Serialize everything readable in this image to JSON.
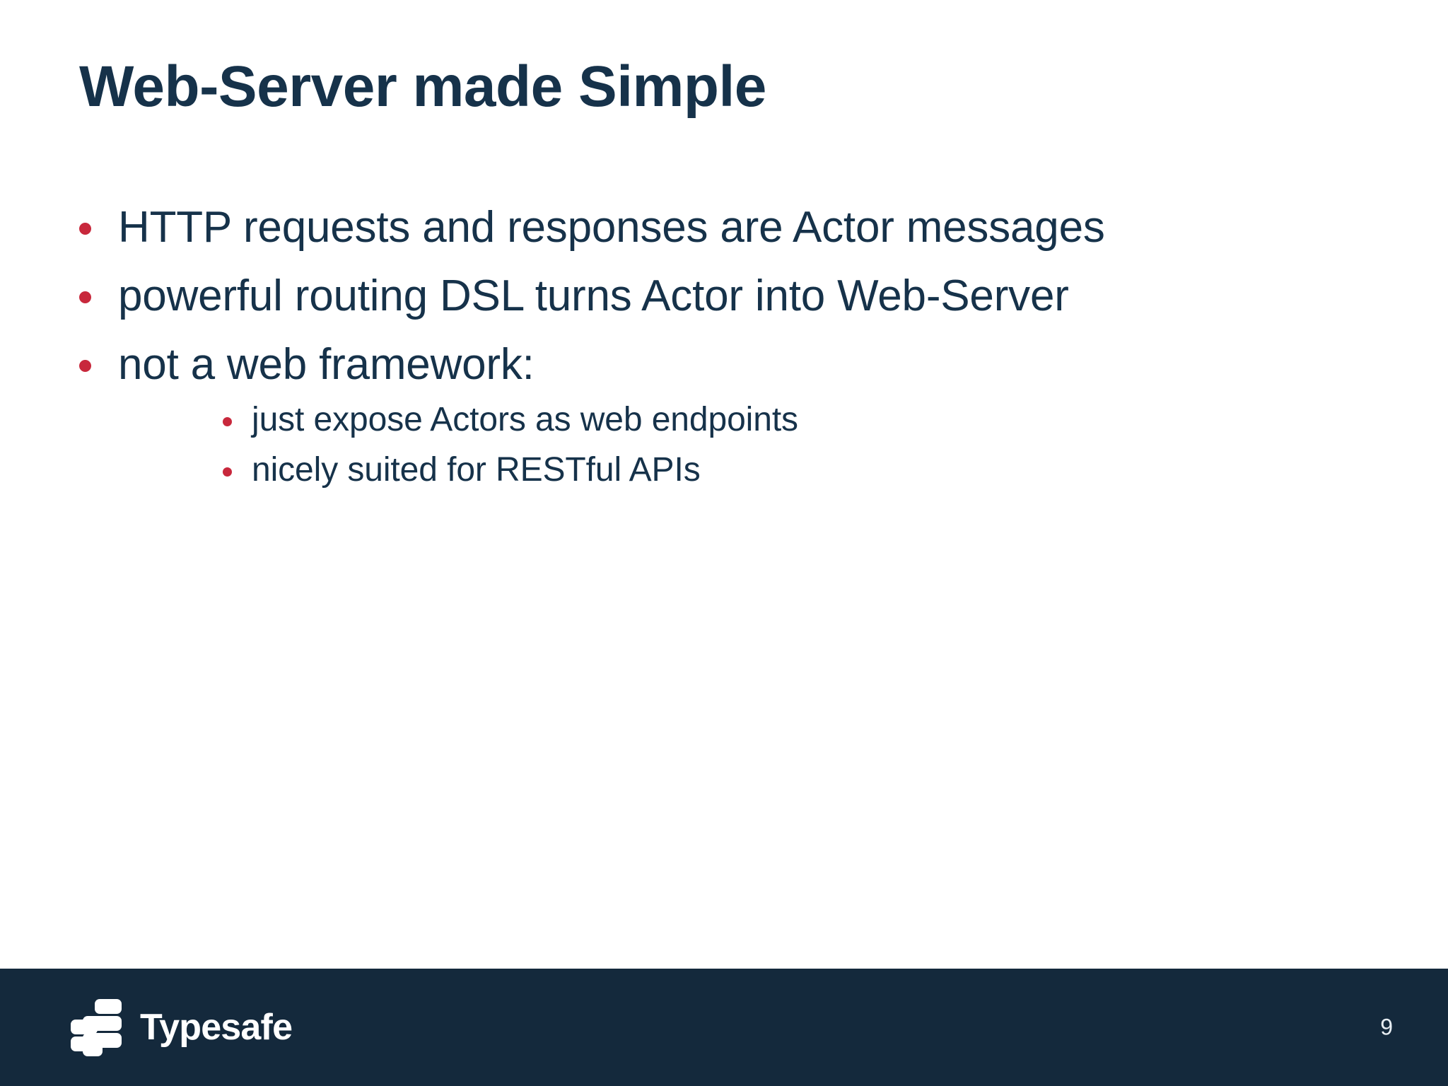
{
  "slide": {
    "title": "Web-Server made Simple",
    "background_color": "#ffffff",
    "text_color": "#16324a",
    "bullet_color": "#c8283c",
    "bullets": [
      {
        "text": "HTTP requests and responses are Actor messages",
        "sub_bullets": []
      },
      {
        "text": "powerful routing DSL turns Actor into Web-Server",
        "sub_bullets": []
      },
      {
        "text": "not a web framework:",
        "sub_bullets": [
          "just expose Actors as web endpoints",
          "nicely suited for RESTful APIs"
        ]
      }
    ]
  },
  "footer": {
    "background_color": "#14293c",
    "brand_name": "Typesafe",
    "brand_mark": "typesafe-logo-icon",
    "page_number": "9"
  }
}
